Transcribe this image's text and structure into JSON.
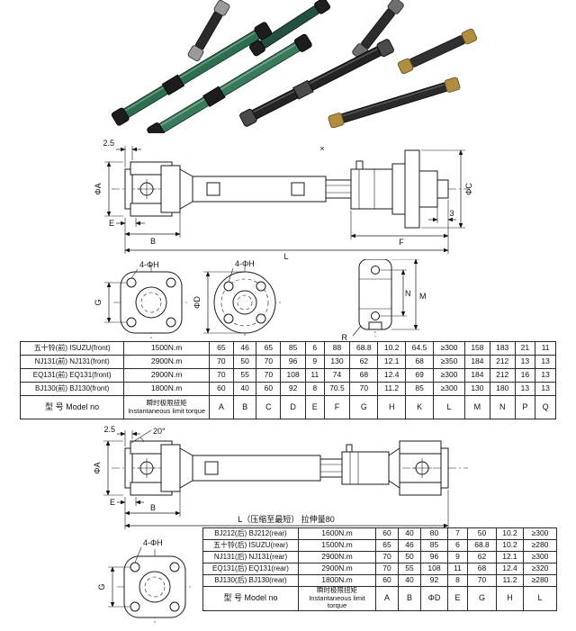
{
  "colors": {
    "line": "#1a1a1a",
    "tube_green": "#2e6e50",
    "tube_green_light": "#3a7a5c",
    "tube_dark": "#262626",
    "joint_brass": "#b08d3f"
  },
  "drawing1": {
    "dim_2_5": "2.5",
    "dim_phiA": "ΦA",
    "dim_phiC": "ΦC",
    "dim_B": "B",
    "dim_E": "E",
    "dim_L": "L",
    "dim_F": "F",
    "dim_3": "3",
    "mark_x": "×"
  },
  "flange_views": {
    "label_4phiH_1": "4-ΦH",
    "label_4phiH_2": "4-ΦH",
    "dim_G": "G",
    "dim_phiD": "ΦD",
    "dim_M": "M",
    "dim_N": "N",
    "dim_R": "R"
  },
  "drawing2": {
    "dim_20deg": "20°",
    "dim_2_5": "2.5",
    "dim_phiA": "ΦA",
    "dim_B": "B",
    "dim_E": "E",
    "length_note": "L（压缩至最短）  拉伸量80"
  },
  "flange3": {
    "label_4phiH": "4-ΦH",
    "dim_G": "G"
  },
  "table1": {
    "rows": [
      {
        "model": "五十铃(前) ISUZU(front)",
        "torque": "1500N.m",
        "values": [
          "65",
          "46",
          "65",
          "85",
          "6",
          "88",
          "68.8",
          "10.2",
          "64.5",
          "≥300",
          "158",
          "183",
          "21",
          "11"
        ]
      },
      {
        "model": "NJ131(前) NJ131(front)",
        "torque": "2900N.m",
        "values": [
          "70",
          "50",
          "70",
          "96",
          "9",
          "130",
          "62",
          "12.1",
          "68",
          "≥350",
          "184",
          "212",
          "13",
          "13"
        ]
      },
      {
        "model": "EQ131(前) EQ131(front)",
        "torque": "2900N.m",
        "values": [
          "70",
          "55",
          "70",
          "108",
          "11",
          "74",
          "68",
          "12.4",
          "69",
          "≥300",
          "184",
          "212",
          "16",
          "13"
        ]
      },
      {
        "model": "BJ130(前) BJ130(front)",
        "torque": "1800N.m",
        "values": [
          "60",
          "40",
          "60",
          "92",
          "8",
          "70.5",
          "70",
          "11.2",
          "85",
          "≥300",
          "130",
          "180",
          "13",
          "13"
        ]
      }
    ],
    "footer": {
      "model_label": "型 号 Model no",
      "torque_label": "瞬时极限扭矩\nInstantaneous limit torque",
      "columns": [
        "A",
        "B",
        "C",
        "D",
        "E",
        "F",
        "G",
        "H",
        "K",
        "L",
        "M",
        "N",
        "P",
        "Q"
      ]
    }
  },
  "table2": {
    "rows": [
      {
        "model": "BJ212(后) BJ212(rear)",
        "torque": "1600N.m",
        "values": [
          "60",
          "40",
          "80",
          "7",
          "50",
          "10.2",
          "≥300"
        ]
      },
      {
        "model": "五十铃(后) ISUZU(rear)",
        "torque": "1500N.m",
        "values": [
          "65",
          "46",
          "85",
          "6",
          "68.8",
          "10.2",
          "≥280"
        ]
      },
      {
        "model": "NJ131(后) NJ131(rear)",
        "torque": "2900N.m",
        "values": [
          "70",
          "50",
          "96",
          "9",
          "62",
          "12.1",
          "≥300"
        ]
      },
      {
        "model": "EQ131(后) EQ131(rear)",
        "torque": "2900N.m",
        "values": [
          "70",
          "55",
          "108",
          "11",
          "68",
          "12.4",
          "≥320"
        ]
      },
      {
        "model": "BJ130(后) BJ130(rear)",
        "torque": "1800N.m",
        "values": [
          "60",
          "40",
          "92",
          "8",
          "70",
          "11.2",
          "≥280"
        ]
      }
    ],
    "footer": {
      "model_label": "型 号 Model no",
      "torque_label": "瞬时极限扭矩\nInstantaneous limit torque",
      "columns": [
        "A",
        "B",
        "ΦD",
        "E",
        "G",
        "H",
        "L"
      ]
    }
  }
}
